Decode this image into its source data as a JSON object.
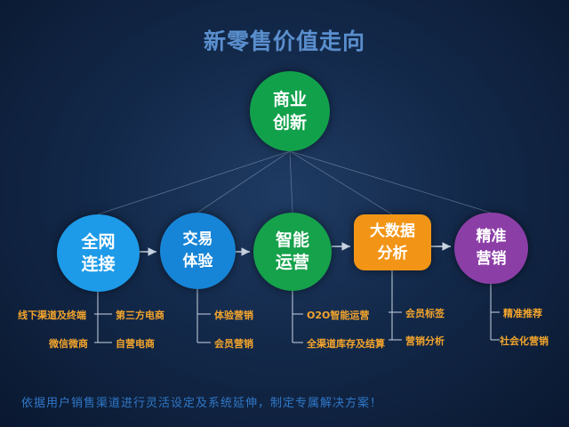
{
  "title": "新零售价值走向",
  "top_node": {
    "line1": "商业",
    "line2": "创新"
  },
  "nodes": [
    {
      "line1": "全网",
      "line2": "连接",
      "color": "#1d9ae8"
    },
    {
      "line1": "交易",
      "line2": "体验",
      "color": "#1785d7"
    },
    {
      "line1": "智能",
      "line2": "运营",
      "color": "#16a14b"
    },
    {
      "line1": "大数据",
      "line2": "分析",
      "color": "#f29517"
    },
    {
      "line1": "精准",
      "line2": "营销",
      "color": "#8c3ea7"
    }
  ],
  "subitems": {
    "n1": [
      "线下渠道及终端",
      "微信微商",
      "第三方电商",
      "自营电商"
    ],
    "n2": [
      "体验营销",
      "会员营销"
    ],
    "n3": [
      "O2O智能运营",
      "全渠道库存及结算"
    ],
    "n4": [
      "会员标签",
      "营销分析"
    ],
    "n5": [
      "精准推荐",
      "社会化营销"
    ]
  },
  "footer": "依据用户销售渠道进行灵活设定及系统延伸，制定专属解决方案！",
  "colors": {
    "title": "#5a8fce",
    "subitem_text": "#f4a52c",
    "connector": "#c9d4e2",
    "footer": "#2f78c8"
  }
}
